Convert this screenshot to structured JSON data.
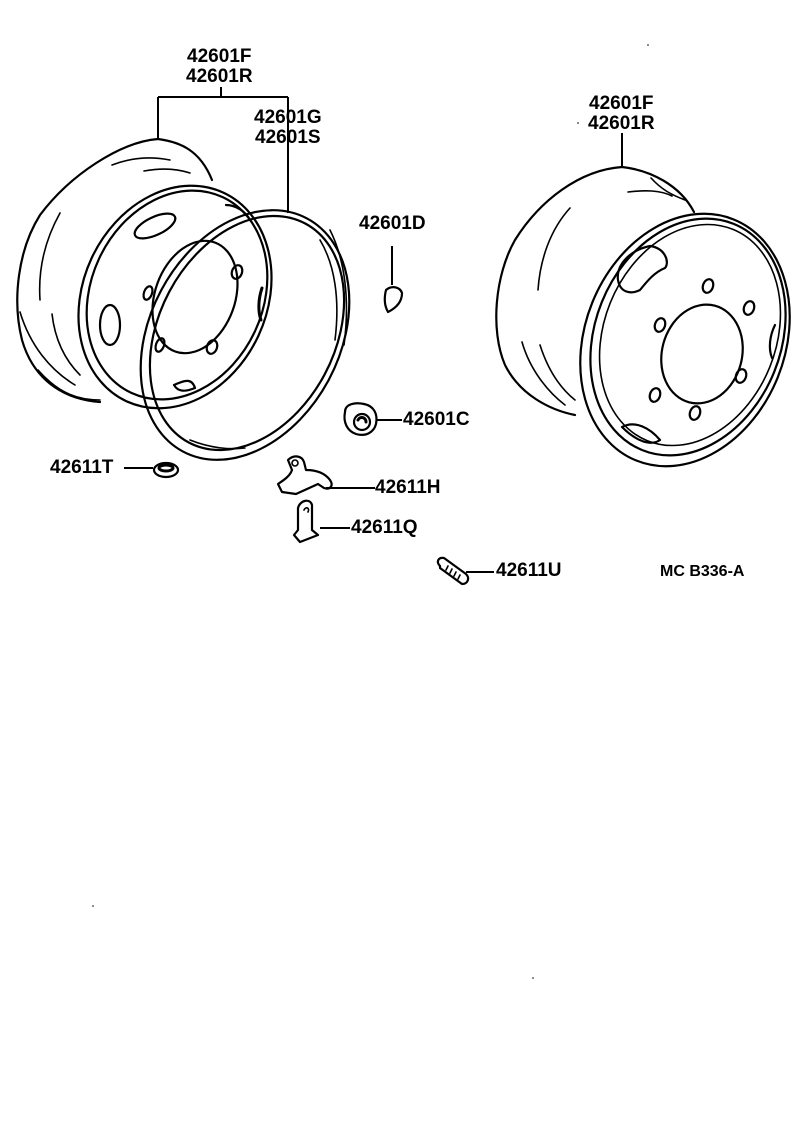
{
  "diagram": {
    "type": "exploded parts diagram",
    "subject": "disc wheel assembly",
    "drawing_code": "MC B336-A",
    "colors": {
      "ink": "#000000",
      "background": "#ffffff"
    }
  },
  "labels": {
    "left_wheel_top_1": "42601F",
    "left_wheel_top_2": "42601R",
    "side_ring_1": "42601G",
    "side_ring_2": "42601S",
    "right_wheel_top_1": "42601F",
    "right_wheel_top_2": "42601R",
    "balance_weight": "42601D",
    "hub_nut": "42601C",
    "washer": "42611T",
    "valve_clip_h": "42611H",
    "valve_clip_q": "42611Q",
    "stud": "42611U"
  },
  "parts": [
    {
      "number": "42601F",
      "description": "left wheel disc (group with 42601R)"
    },
    {
      "number": "42601R",
      "description": "left wheel disc (group with 42601F)"
    },
    {
      "number": "42601G",
      "description": "side ring"
    },
    {
      "number": "42601S",
      "description": "side ring"
    },
    {
      "number": "42601D",
      "description": "balance weight"
    },
    {
      "number": "42601C",
      "description": "hub nut"
    },
    {
      "number": "42611T",
      "description": "washer"
    },
    {
      "number": "42611H",
      "description": "valve clip"
    },
    {
      "number": "42611Q",
      "description": "valve clip"
    },
    {
      "number": "42611U",
      "description": "stud bolt"
    }
  ]
}
